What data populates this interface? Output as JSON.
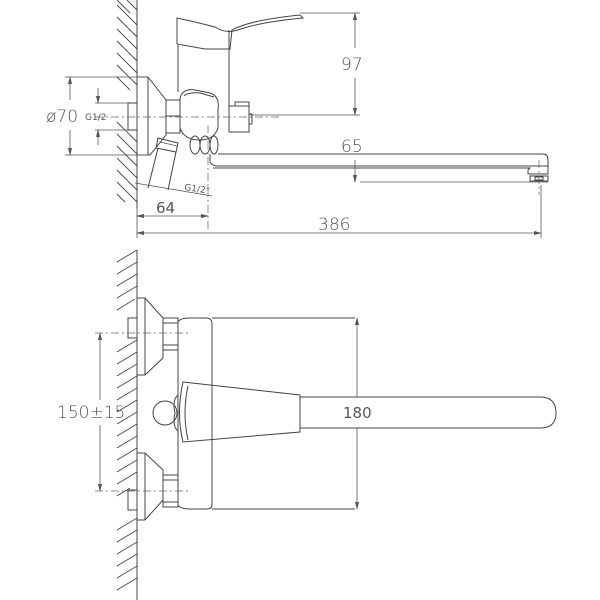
{
  "drawing": {
    "type": "technical-drawing",
    "subject": "wall-mounted single-lever bath/basin mixer with long swivel spout",
    "views": [
      {
        "name": "side-view",
        "position": "top"
      },
      {
        "name": "front-view",
        "position": "bottom"
      }
    ]
  },
  "side_view": {
    "dimensions": {
      "flange_diameter": "ø70",
      "inlet_thread": "G1/2",
      "outlet_thread": "G1/2\"",
      "wall_to_axis": "64",
      "height_handle": "97",
      "height_spout": "65",
      "spout_reach": "386"
    }
  },
  "front_view": {
    "dimensions": {
      "inlet_spacing": "150±15",
      "body_height": "180"
    }
  },
  "colors": {
    "line": "#444444",
    "text": "#555555",
    "background": "#ffffff"
  }
}
